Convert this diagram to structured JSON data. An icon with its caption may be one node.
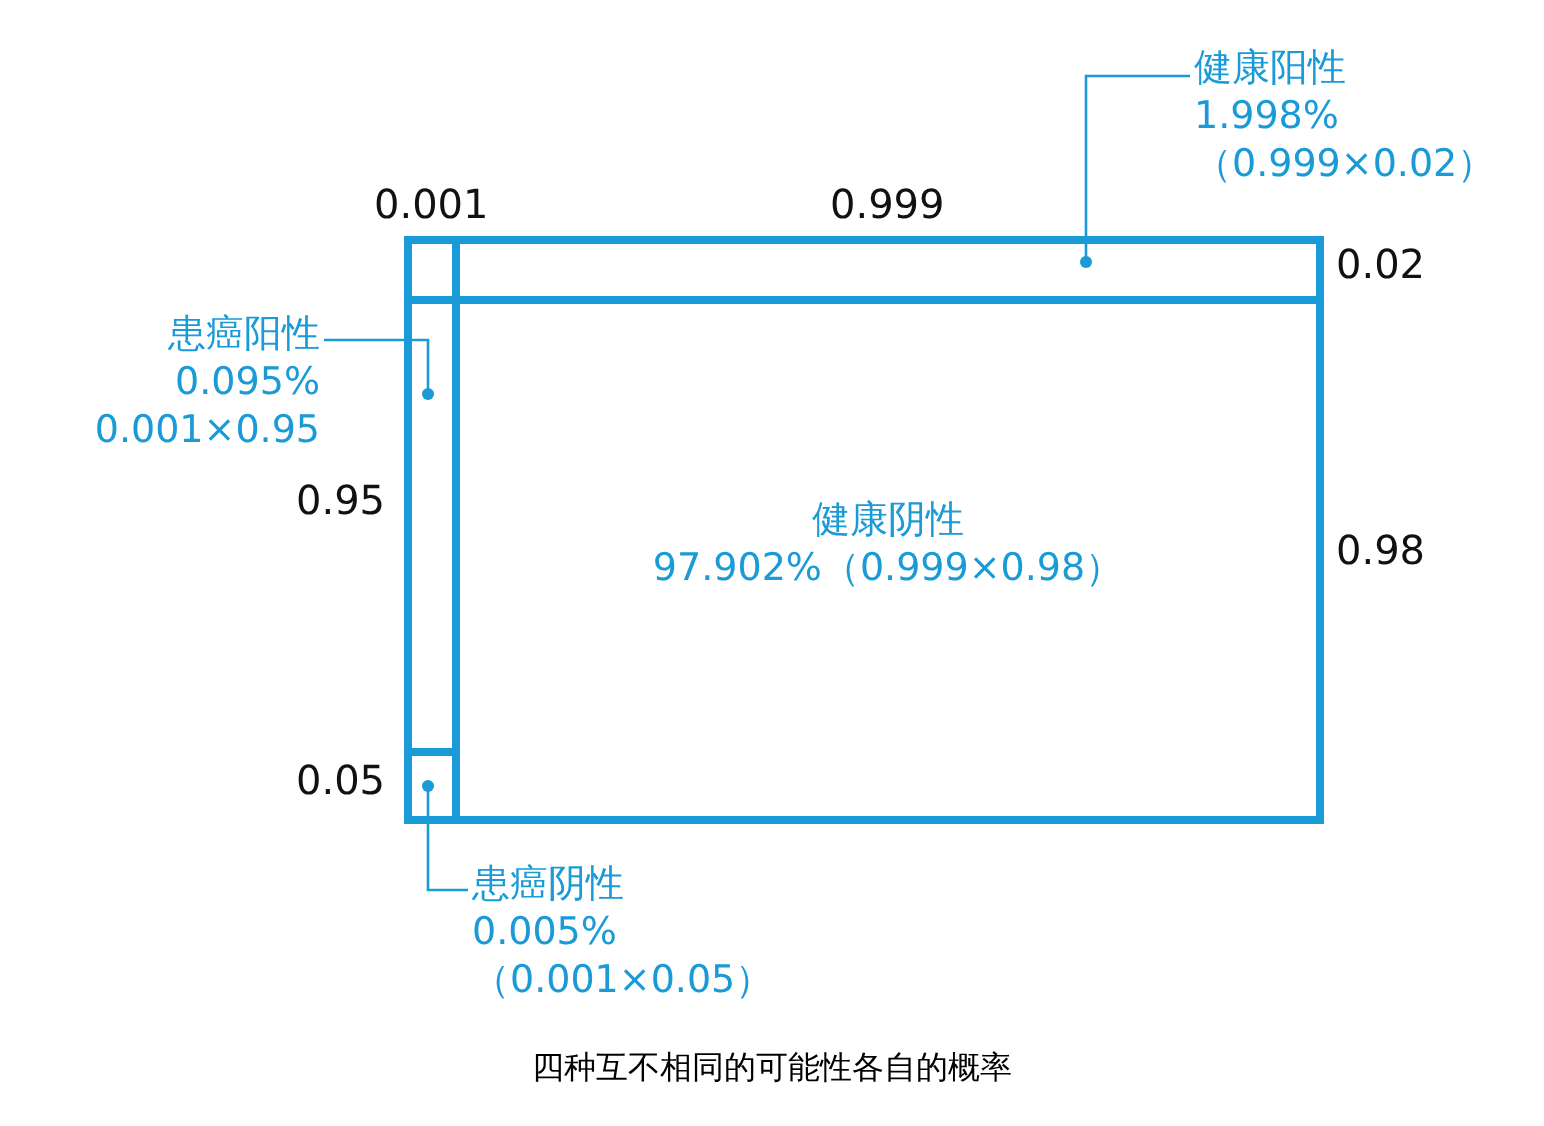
{
  "diagram": {
    "caption": "四种互不相同的可能性各自的概率",
    "nodes": [
      {
        "text": [
          "健康阳性",
          "1.998%",
          "（0.999×0.02）"
        ]
      },
      {
        "text": [],
        "shape": "box"
      },
      {
        "text": [
          "患癌阳性",
          "0.095%",
          "0.001×0.95"
        ]
      },
      {
        "text": [],
        "shape": "box"
      },
      {
        "text": [
          "健康阴性",
          "97.902%（0.999×0.98）"
        ]
      },
      {
        "text": [],
        "shape": "box"
      },
      {
        "text": [
          "患癌阴性",
          "0.005%",
          "（0.001×0.05）"
        ]
      }
    ],
    "edges": [
      {
        "from": 0,
        "to": 1,
        "arrow": "other"
      },
      {
        "from": 2,
        "to": 3,
        "arrow": "other"
      },
      {
        "from": 6,
        "to": 5,
        "arrow": "other"
      }
    ],
    "labels": [
      "0.001",
      "0.999",
      "0.02",
      "0.95",
      "0.98",
      "0.05"
    ]
  }
}
